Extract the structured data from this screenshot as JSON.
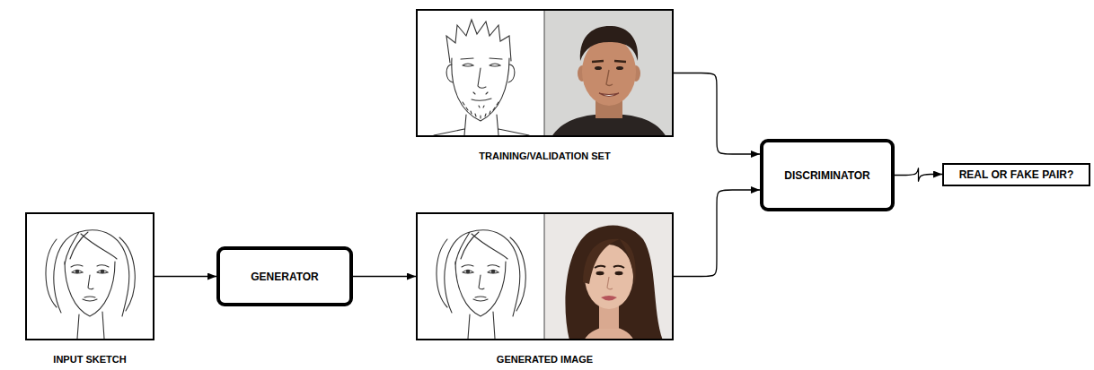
{
  "diagram": {
    "nodes": [
      {
        "text": [
          "TRAINING/VALIDATION SET"
        ]
      },
      {
        "text": [
          "DISCRIMINATOR"
        ]
      },
      {
        "text": [
          "REAL OR FAKE PAIR?"
        ]
      },
      {
        "text": [
          "INPUT SKETCH"
        ]
      },
      {
        "text": [
          "GENERATOR"
        ]
      },
      {
        "text": [
          "GENERATED IMAGE"
        ]
      }
    ],
    "edges": [
      {
        "from": 0,
        "to": 1,
        "arrow": "to"
      },
      {
        "from": 1,
        "to": 2,
        "arrow": "to"
      },
      {
        "from": 3,
        "to": 4,
        "arrow": "to"
      },
      {
        "from": 4,
        "to": 5,
        "arrow": "to"
      },
      {
        "from": 5,
        "to": 1,
        "arrow": "to"
      }
    ]
  }
}
